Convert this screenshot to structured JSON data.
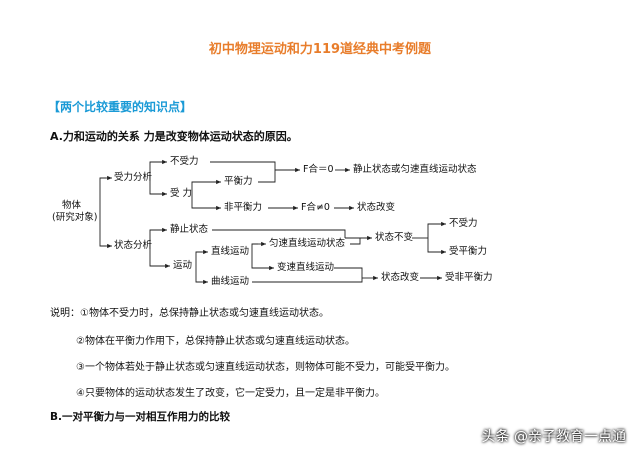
{
  "title": "初中物理运动和力119道经典中考例题",
  "section_title": "【两个比较重要的知识点】",
  "heading_a": "A.力和运动的关系  力是改变物体运动状态的原因。",
  "diagram": {
    "root_line1": "物体",
    "root_line2": "(研究对象)",
    "force_analysis": "受力分析",
    "no_force": "不受力",
    "force": "受  力",
    "balanced": "平衡力",
    "unbalanced": "非平衡力",
    "f_zero": "F合＝0",
    "f_nonzero": "F合≠0",
    "rest_or_uniform": "静止状态或匀速直线运动状态",
    "state_change": "状态改变",
    "state_analysis": "状态分析",
    "static_state": "静止状态",
    "motion": "运动",
    "linear_motion": "直线运动",
    "curved_motion": "曲线运动",
    "uniform_linear": "匀速直线运动状态",
    "variable_linear": "变速直线运动",
    "state_unchanged": "状态不变",
    "state_changed": "状态改变",
    "no_force_right": "不受力",
    "balanced_right": "受平衡力",
    "unbalanced_right": "受非平衡力"
  },
  "notes": [
    "说明：①物体不受力时，总保持静止状态或匀速直线运动状态。",
    "②物体在平衡力作用下，总保持静止状态或匀速直线运动状态。",
    "③一个物体若处于静止状态或匀速直线运动状态，则物体可能不受力，可能受平衡力。",
    "④只要物体的运动状态发生了改变，它一定受力，且一定是非平衡力。"
  ],
  "heading_b": "B.一对平衡力与一对相互作用力的比较",
  "watermark": "头条 @亲子教育一点通"
}
